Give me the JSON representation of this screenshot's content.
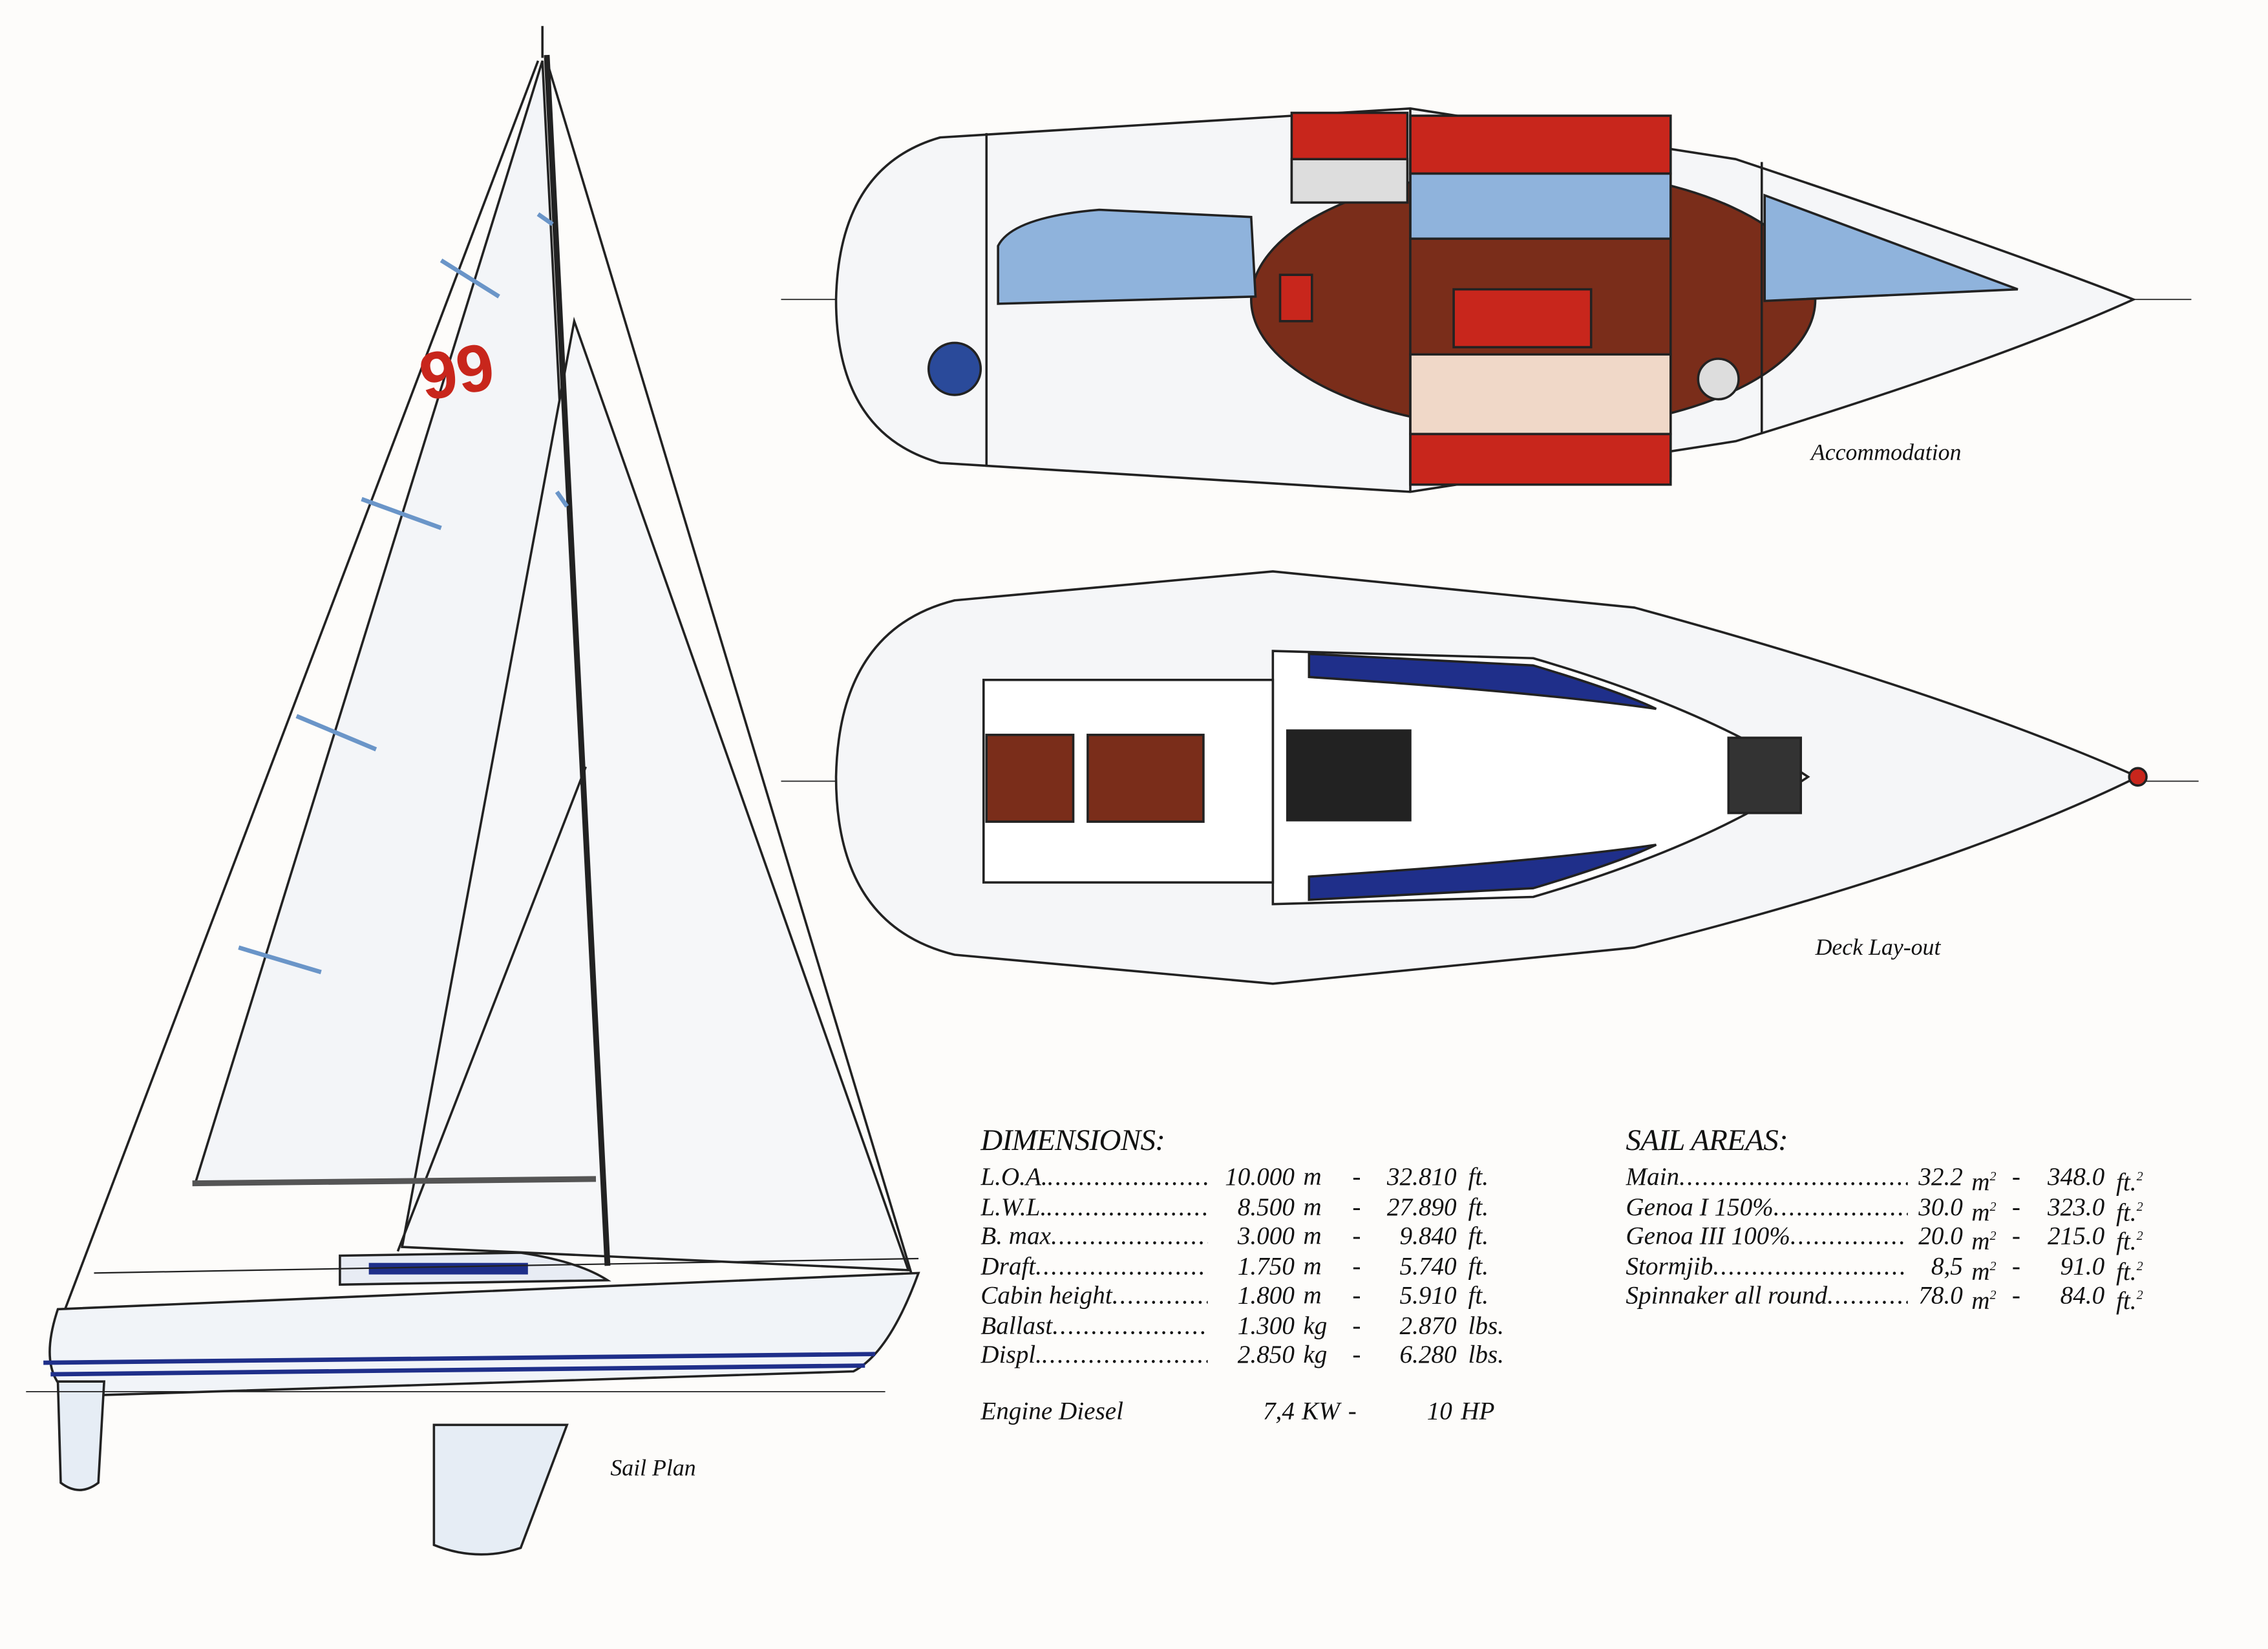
{
  "captions": {
    "accommodation": "Accommodation",
    "deck": "Deck Lay-out",
    "sail_plan": "Sail Plan"
  },
  "sail_number": "99",
  "colors": {
    "red": "#c8261c",
    "blue": "#1f2f8a",
    "light_blue": "#8fb3dc",
    "teak": "#7a2d1a"
  },
  "dimensions": {
    "title": "DIMENSIONS:",
    "rows": [
      {
        "label": "L.O.A.",
        "metric": "10.000",
        "metric_unit": "m",
        "sep": "-",
        "imperial": "32.810",
        "imperial_unit": "ft."
      },
      {
        "label": "L.W.L.",
        "metric": "8.500",
        "metric_unit": "m",
        "sep": "-",
        "imperial": "27.890",
        "imperial_unit": "ft."
      },
      {
        "label": "B. max",
        "metric": "3.000",
        "metric_unit": "m",
        "sep": "-",
        "imperial": "9.840",
        "imperial_unit": "ft."
      },
      {
        "label": "Draft",
        "metric": "1.750",
        "metric_unit": "m",
        "sep": "-",
        "imperial": "5.740",
        "imperial_unit": "ft."
      },
      {
        "label": "Cabin height",
        "metric": "1.800",
        "metric_unit": "m",
        "sep": "-",
        "imperial": "5.910",
        "imperial_unit": "ft."
      },
      {
        "label": "Ballast",
        "metric": "1.300",
        "metric_unit": "kg",
        "sep": "-",
        "imperial": "2.870",
        "imperial_unit": "lbs."
      },
      {
        "label": "Displ.",
        "metric": "2.850",
        "metric_unit": "kg",
        "sep": "-",
        "imperial": "6.280",
        "imperial_unit": "lbs."
      }
    ],
    "engine": {
      "label": "Engine Diesel",
      "metric": "7,4",
      "metric_unit": "KW",
      "sep": "-",
      "imperial": "10",
      "imperial_unit": "HP"
    }
  },
  "sail_areas": {
    "title": "SAIL AREAS:",
    "rows": [
      {
        "label": "Main",
        "metric": "32.2",
        "metric_unit": "m",
        "sep": "-",
        "imperial": "348.0",
        "imperial_unit": "ft."
      },
      {
        "label": "Genoa I 150%",
        "metric": "30.0",
        "metric_unit": "m",
        "sep": "-",
        "imperial": "323.0",
        "imperial_unit": "ft."
      },
      {
        "label": "Genoa III 100%",
        "metric": "20.0",
        "metric_unit": "m",
        "sep": "-",
        "imperial": "215.0",
        "imperial_unit": "ft."
      },
      {
        "label": "Stormjib",
        "metric": "8,5",
        "metric_unit": "m",
        "sep": "-",
        "imperial": "91.0",
        "imperial_unit": "ft."
      },
      {
        "label": "Spinnaker all round",
        "metric": "78.0",
        "metric_unit": "m",
        "sep": "-",
        "imperial": "84.0",
        "imperial_unit": "ft."
      }
    ],
    "superscript": "2"
  }
}
